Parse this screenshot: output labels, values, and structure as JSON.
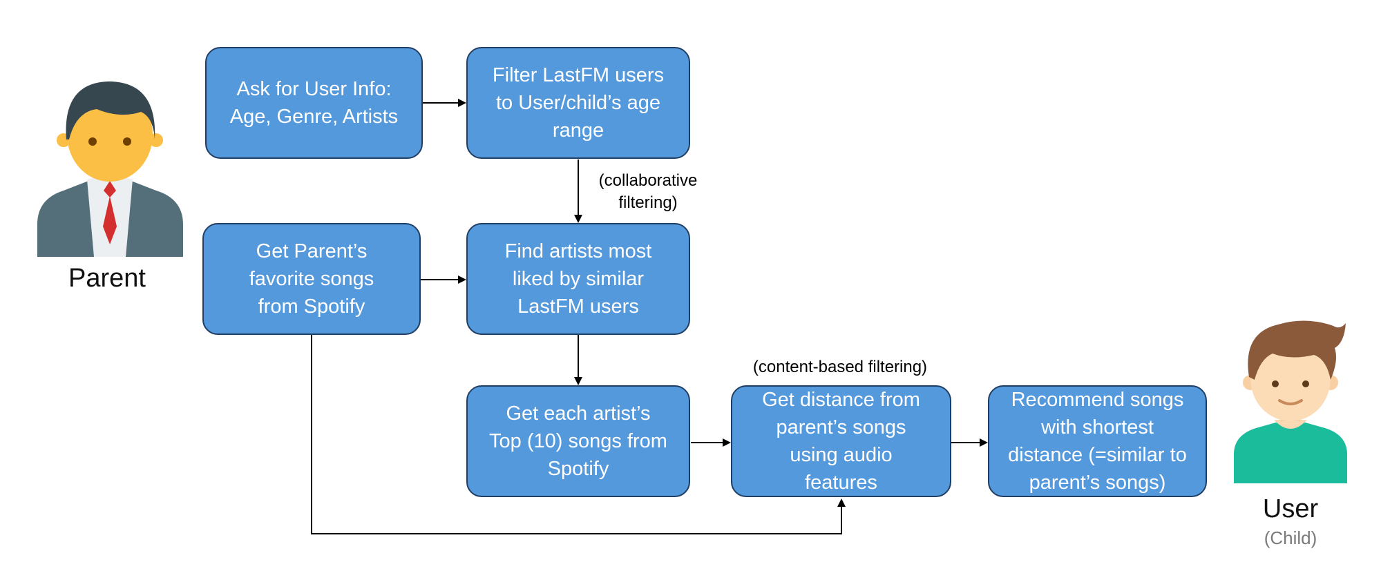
{
  "actors": {
    "parent": {
      "label": "Parent",
      "icon": "parent-avatar-icon"
    },
    "user": {
      "label": "User",
      "sublabel": "(Child)",
      "icon": "child-avatar-icon"
    }
  },
  "nodes": {
    "ask_info": "Ask for User Info:\nAge, Genre, Artists",
    "filter_users": "Filter LastFM users\nto User/child’s age\nrange",
    "parent_songs": "Get Parent’s\nfavorite songs\nfrom Spotify",
    "find_artists": "Find artists most\nliked by similar\nLastFM users",
    "top_songs": "Get each artist’s\nTop (10) songs from\nSpotify",
    "distance": "Get distance from\nparent’s songs\nusing audio\nfeatures",
    "recommend": "Recommend songs\nwith shortest\ndistance (=similar to\nparent’s songs)"
  },
  "notes": {
    "collaborative": "(collaborative\nfiltering)",
    "content_based": "(content-based filtering)"
  },
  "colors": {
    "box_fill": "#5599dd",
    "box_border": "#1f3e63",
    "arrow": "#000000"
  }
}
